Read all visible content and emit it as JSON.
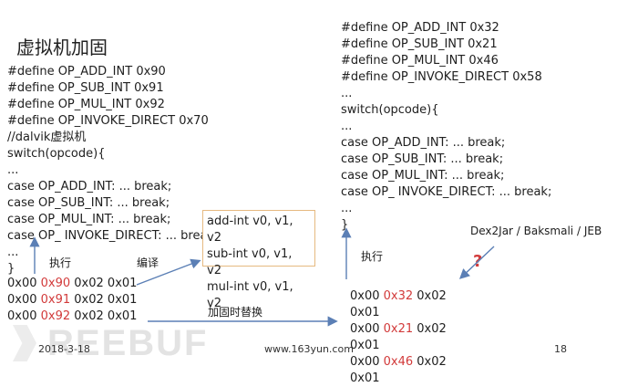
{
  "title": "虚拟机加固",
  "left": {
    "defines": [
      "#define OP_ADD_INT 0x90",
      "#define OP_SUB_INT 0x91",
      "#define OP_MUL_INT 0x92",
      "#define OP_INVOKE_DIRECT 0x70"
    ],
    "comment": "//dalvik虚拟机",
    "switch_line": "switch(opcode){",
    "ellipsis": "...",
    "cases": [
      "case OP_ADD_INT: ... break;",
      "case OP_SUB_INT: ... break;",
      "case OP_MUL_INT: ... break;",
      "case OP_ INVOKE_DIRECT: ... brea"
    ],
    "close_brace": "}",
    "bytes": [
      {
        "pre": "0x00 ",
        "red": "0x90",
        "post": " 0x02 0x01"
      },
      {
        "pre": "0x00 ",
        "red": "0x91",
        "post": " 0x02 0x01"
      },
      {
        "pre": "0x00 ",
        "red": "0x92",
        "post": " 0x02 0x01"
      }
    ]
  },
  "right": {
    "defines": [
      "#define OP_ADD_INT 0x32",
      "#define OP_SUB_INT 0x21",
      "#define OP_MUL_INT 0x46",
      "#define OP_INVOKE_DIRECT 0x58"
    ],
    "switch_line": "switch(opcode){",
    "ellipsis": "...",
    "cases": [
      "case OP_ADD_INT: ... break;",
      "case OP_SUB_INT: ... break;",
      "case OP_MUL_INT: ... break;",
      "case OP_ INVOKE_DIRECT: ... break;"
    ],
    "close_brace": "}",
    "bytes": [
      {
        "pre": "0x00 ",
        "red": "0x32",
        "post": " 0x02"
      },
      {
        "pre": "0x01",
        "red": "",
        "post": ""
      },
      {
        "pre": "0x00 ",
        "red": "0x21",
        "post": " 0x02"
      },
      {
        "pre": "0x01",
        "red": "",
        "post": ""
      },
      {
        "pre": "0x00 ",
        "red": "0x46",
        "post": " 0x02"
      },
      {
        "pre": "0x01",
        "red": "",
        "post": ""
      }
    ]
  },
  "smali_box": [
    "add-int v0, v1,",
    "v2",
    "sub-int v0, v1,",
    "v2",
    "mul-int v0, v1,",
    "v2"
  ],
  "labels": {
    "execute_left": "执行",
    "compile": "编译",
    "execute_right": "执行",
    "harden_replace": "加固时替换",
    "tools": "Dex2Jar / Baksmali / JEB",
    "question": "?"
  },
  "footer": {
    "date": "2018-3-18",
    "site": "www.163yun.com",
    "page": "18",
    "watermark": "REEBUF"
  },
  "colors": {
    "red": "#d23a3a",
    "arrow_blue": "#5b7fb5",
    "box_border": "#e6b980"
  }
}
